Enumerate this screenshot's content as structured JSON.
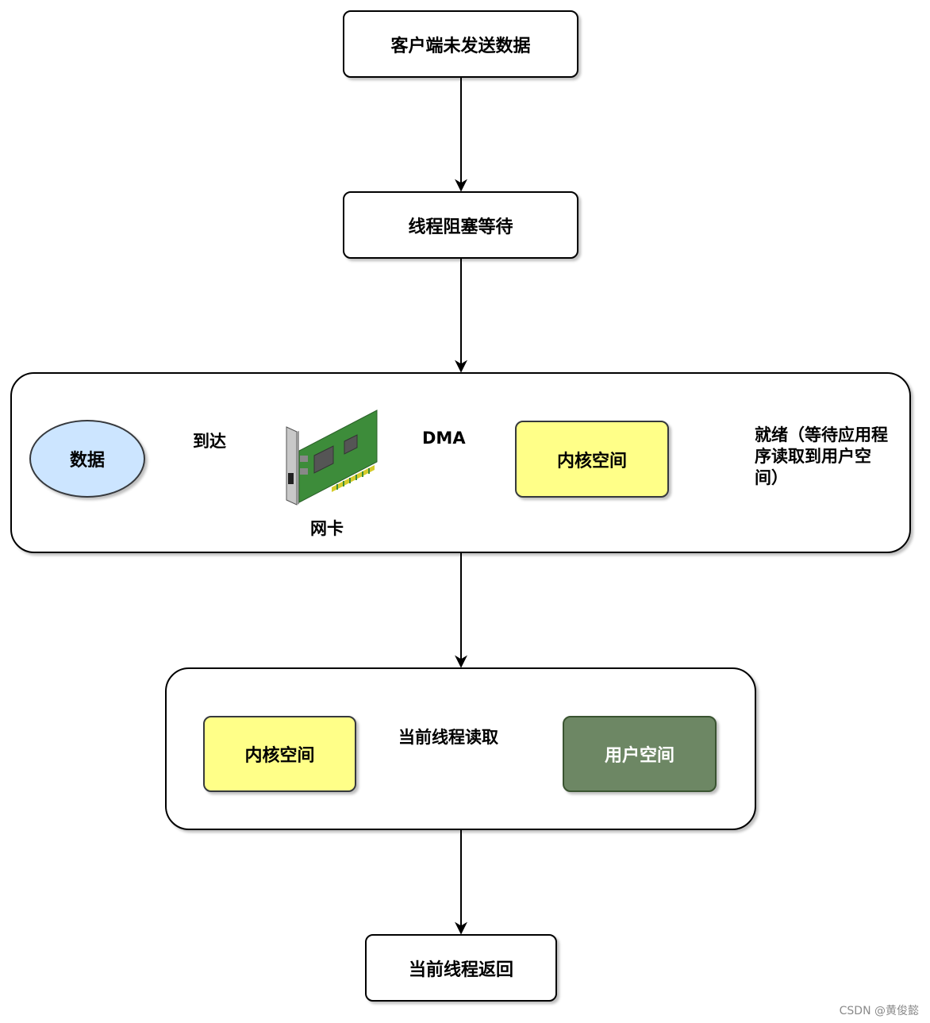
{
  "steps": {
    "client_not_sent": "客户端未发送数据",
    "thread_blocked": "线程阻塞等待",
    "thread_return": "当前线程返回"
  },
  "stage1": {
    "data": "数据",
    "arrive": "到达",
    "nic": "网卡",
    "dma": "DMA",
    "kernel": "内核空间",
    "ready": "就绪（等待应用程序读取到用户空间）"
  },
  "stage2": {
    "kernel": "内核空间",
    "read": "当前线程读取",
    "user": "用户空间"
  },
  "watermark": "CSDN @黄俊懿",
  "colors": {
    "ellipse_fill": "#cce5ff",
    "kernel_fill": "#ffff88",
    "user_fill": "#6d8764",
    "nic_board": "#3d8c3a"
  }
}
